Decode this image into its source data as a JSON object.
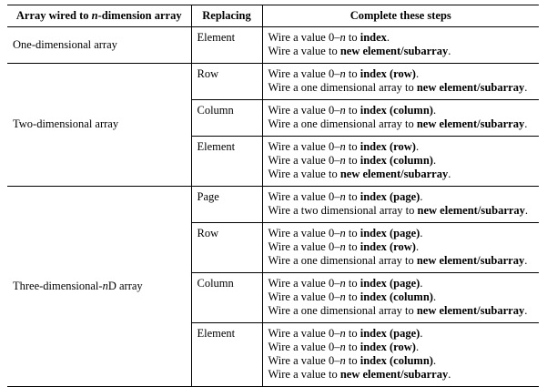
{
  "colors": {
    "background": "#ffffff",
    "text": "#000000",
    "border": "#000000"
  },
  "table": {
    "headers": [
      "Array wired to *n*-dimension array",
      "Replacing",
      "Complete these steps"
    ],
    "groups": [
      {
        "array_type": "One-dimensional array",
        "rows": [
          {
            "replacing": "Element",
            "steps": [
              "Wire a value 0–*n* to **index**.",
              "Wire a value to **new element/subarray**."
            ]
          }
        ]
      },
      {
        "array_type": "Two-dimensional array",
        "rows": [
          {
            "replacing": "Row",
            "steps": [
              "Wire a value 0–*n* to **index (row)**.",
              "Wire a one dimensional array to **new element/subarray**."
            ]
          },
          {
            "replacing": "Column",
            "steps": [
              "Wire a value 0–*n* to **index (column)**.",
              "Wire a one dimensional array to **new element/subarray**."
            ]
          },
          {
            "replacing": "Element",
            "steps": [
              "Wire a value 0–*n* to **index (row)**.",
              "Wire a value 0–*n* to **index (column)**.",
              "Wire a value to **new element/subarray**."
            ]
          }
        ]
      },
      {
        "array_type": "Three-dimensional-*n*D array",
        "rows": [
          {
            "replacing": "Page",
            "steps": [
              "Wire a value 0–*n* to **index (page)**.",
              "Wire a two dimensional array to **new element/subarray**."
            ]
          },
          {
            "replacing": "Row",
            "steps": [
              "Wire a value 0–*n* to **index (page)**.",
              "Wire a value 0–*n* to **index (row)**.",
              "Wire a one dimensional array to **new element/subarray**."
            ]
          },
          {
            "replacing": "Column",
            "steps": [
              "Wire a value 0–*n* to **index (page)**.",
              "Wire a value 0–*n* to **index (column)**.",
              "Wire a one dimensional array to **new element/subarray**."
            ]
          },
          {
            "replacing": "Element",
            "steps": [
              "Wire a value 0–*n* to **index (page)**.",
              "Wire a value 0–*n* to **index (row)**.",
              "Wire a value 0–*n* to **index (column)**.",
              "Wire a value to **new element/subarray**."
            ]
          }
        ]
      }
    ]
  }
}
